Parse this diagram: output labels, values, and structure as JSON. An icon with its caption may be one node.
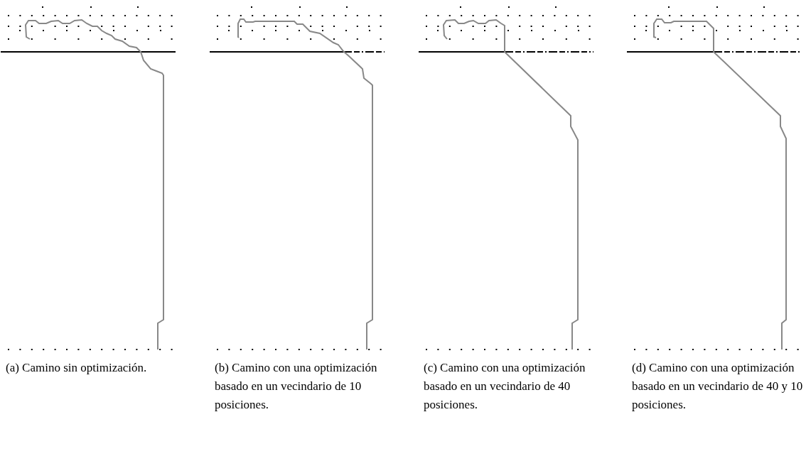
{
  "diagram": {
    "labels": [
      "(a) Camino sin optimización.",
      "(b) Camino con una optimización basado en un vecindario de 10 posiciones.",
      "(c) Camino con una optimización basado en un vecindario de 40 posiciones.",
      "(d) Camino con una optimización basado en un vecindario de 40 y 10 posiciones."
    ]
  }
}
